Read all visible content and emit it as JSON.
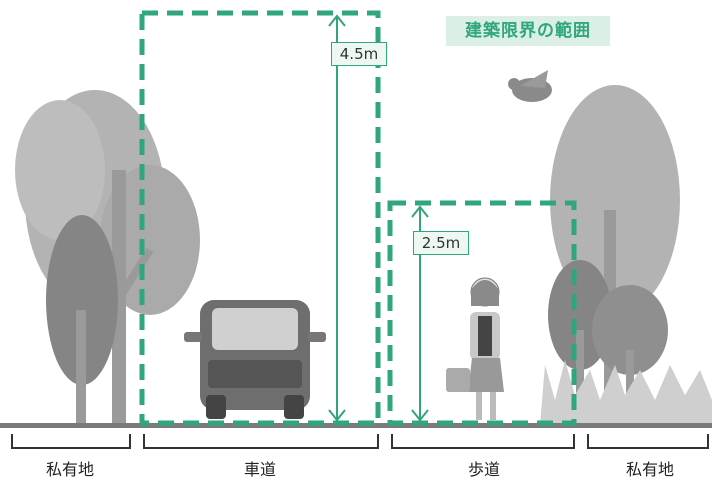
{
  "title": "建築限界の範囲",
  "heights": {
    "roadway": "4.5m",
    "sidewalk": "2.5m"
  },
  "zones": {
    "private_left": "私有地",
    "roadway": "車道",
    "sidewalk": "歩道",
    "private_right": "私有地"
  },
  "colors": {
    "accent": "#2fa77a",
    "title_bg": "#dcefe6",
    "ground": "#7a7a7a",
    "foliage": "#a8a8a8"
  }
}
